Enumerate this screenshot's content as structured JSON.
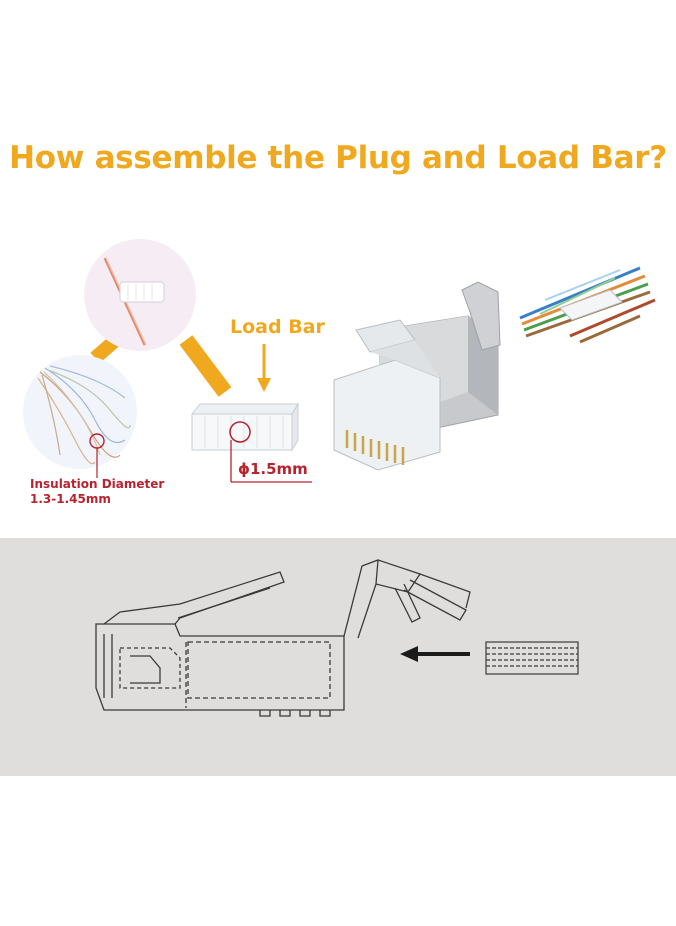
{
  "title": "How assemble the Plug and Load Bar?",
  "labels": {
    "load_bar": "Load Bar",
    "diameter": "ϕ1.5mm",
    "insulation_line1": "Insulation Diameter",
    "insulation_line2": "1.3-1.45mm"
  },
  "colors": {
    "title": "#f0a81e",
    "accent_orange": "#f0a81e",
    "annotation_red": "#b7232e",
    "panel_gray": "#e0dedd",
    "line_dark": "#3a3a3a"
  }
}
